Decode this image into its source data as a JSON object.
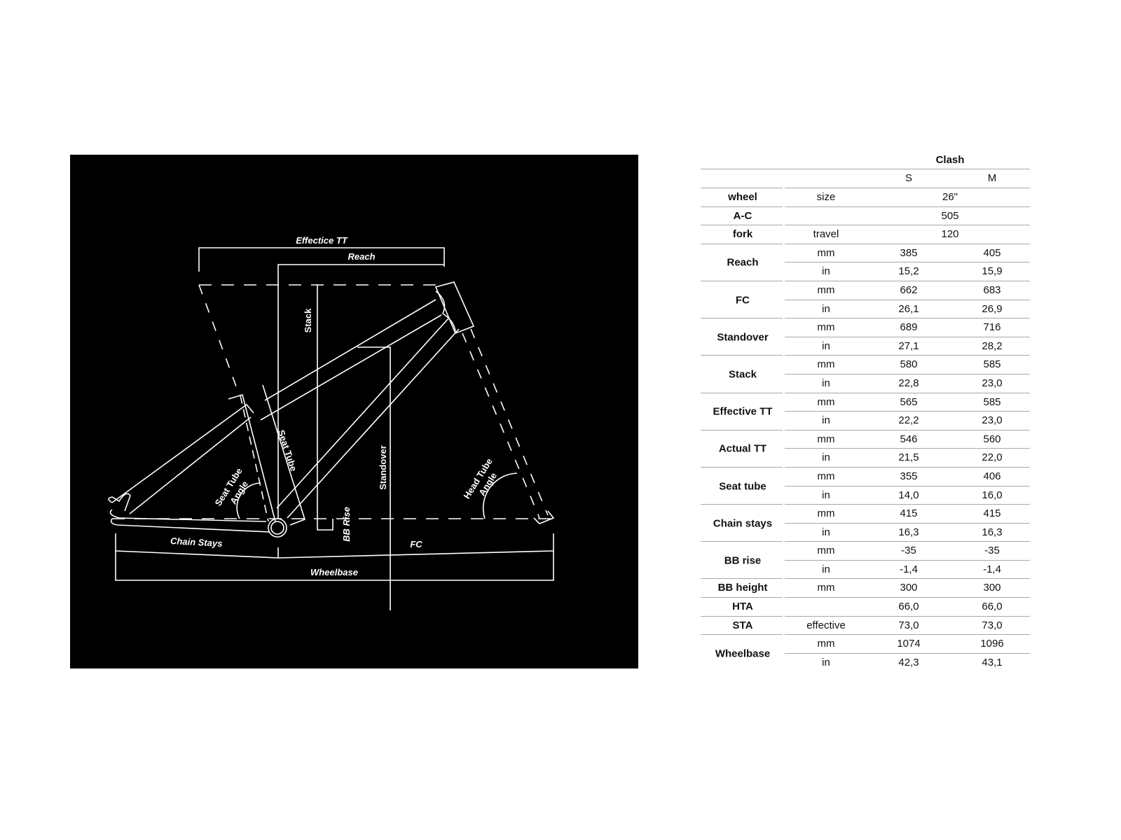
{
  "diagram": {
    "labels": {
      "effective_tt": "Effectice TT",
      "reach": "Reach",
      "stack": "Stack",
      "seat_tube": "Seat Tube",
      "seat_tube_angle_1": "Seat Tube",
      "seat_tube_angle_2": "Angle",
      "standover": "Standover",
      "head_tube_angle_1": "Head Tube",
      "head_tube_angle_2": "Angle",
      "bb_rise": "BB Rise",
      "chain_stays": "Chain Stays",
      "fc": "FC",
      "wheelbase": "Wheelbase"
    },
    "colors": {
      "background": "#000000",
      "lines": "#ffffff"
    }
  },
  "table": {
    "model": "Clash",
    "sizes": [
      "S",
      "M"
    ],
    "single_rows": [
      {
        "param": "wheel",
        "unit": "size",
        "span": "26\""
      },
      {
        "param": "A-C",
        "unit": "",
        "span": "505"
      },
      {
        "param": "fork",
        "unit": "travel",
        "span": "120"
      }
    ],
    "groups": [
      {
        "param": "Reach",
        "rows": [
          {
            "unit": "mm",
            "s": "385",
            "m": "405"
          },
          {
            "unit": "in",
            "s": "15,2",
            "m": "15,9"
          }
        ]
      },
      {
        "param": "FC",
        "rows": [
          {
            "unit": "mm",
            "s": "662",
            "m": "683"
          },
          {
            "unit": "in",
            "s": "26,1",
            "m": "26,9"
          }
        ]
      },
      {
        "param": "Standover",
        "rows": [
          {
            "unit": "mm",
            "s": "689",
            "m": "716"
          },
          {
            "unit": "in",
            "s": "27,1",
            "m": "28,2"
          }
        ]
      },
      {
        "param": "Stack",
        "rows": [
          {
            "unit": "mm",
            "s": "580",
            "m": "585"
          },
          {
            "unit": "in",
            "s": "22,8",
            "m": "23,0"
          }
        ]
      },
      {
        "param": "Effective TT",
        "rows": [
          {
            "unit": "mm",
            "s": "565",
            "m": "585"
          },
          {
            "unit": "in",
            "s": "22,2",
            "m": "23,0"
          }
        ]
      },
      {
        "param": "Actual TT",
        "rows": [
          {
            "unit": "mm",
            "s": "546",
            "m": "560"
          },
          {
            "unit": "in",
            "s": "21,5",
            "m": "22,0"
          }
        ]
      },
      {
        "param": "Seat tube",
        "rows": [
          {
            "unit": "mm",
            "s": "355",
            "m": "406"
          },
          {
            "unit": "in",
            "s": "14,0",
            "m": "16,0"
          }
        ]
      },
      {
        "param": "Chain stays",
        "rows": [
          {
            "unit": "mm",
            "s": "415",
            "m": "415"
          },
          {
            "unit": "in",
            "s": "16,3",
            "m": "16,3"
          }
        ]
      },
      {
        "param": "BB rise",
        "rows": [
          {
            "unit": "mm",
            "s": "-35",
            "m": "-35"
          },
          {
            "unit": "in",
            "s": "-1,4",
            "m": "-1,4"
          }
        ]
      }
    ],
    "tail_rows": [
      {
        "param": "BB height",
        "unit": "mm",
        "s": "300",
        "m": "300"
      },
      {
        "param": "HTA",
        "unit": "",
        "s": "66,0",
        "m": "66,0"
      },
      {
        "param": "STA",
        "unit": "effective",
        "s": "73,0",
        "m": "73,0"
      }
    ],
    "final_group": {
      "param": "Wheelbase",
      "rows": [
        {
          "unit": "mm",
          "s": "1074",
          "m": "1096"
        },
        {
          "unit": "in",
          "s": "42,3",
          "m": "43,1"
        }
      ]
    }
  }
}
